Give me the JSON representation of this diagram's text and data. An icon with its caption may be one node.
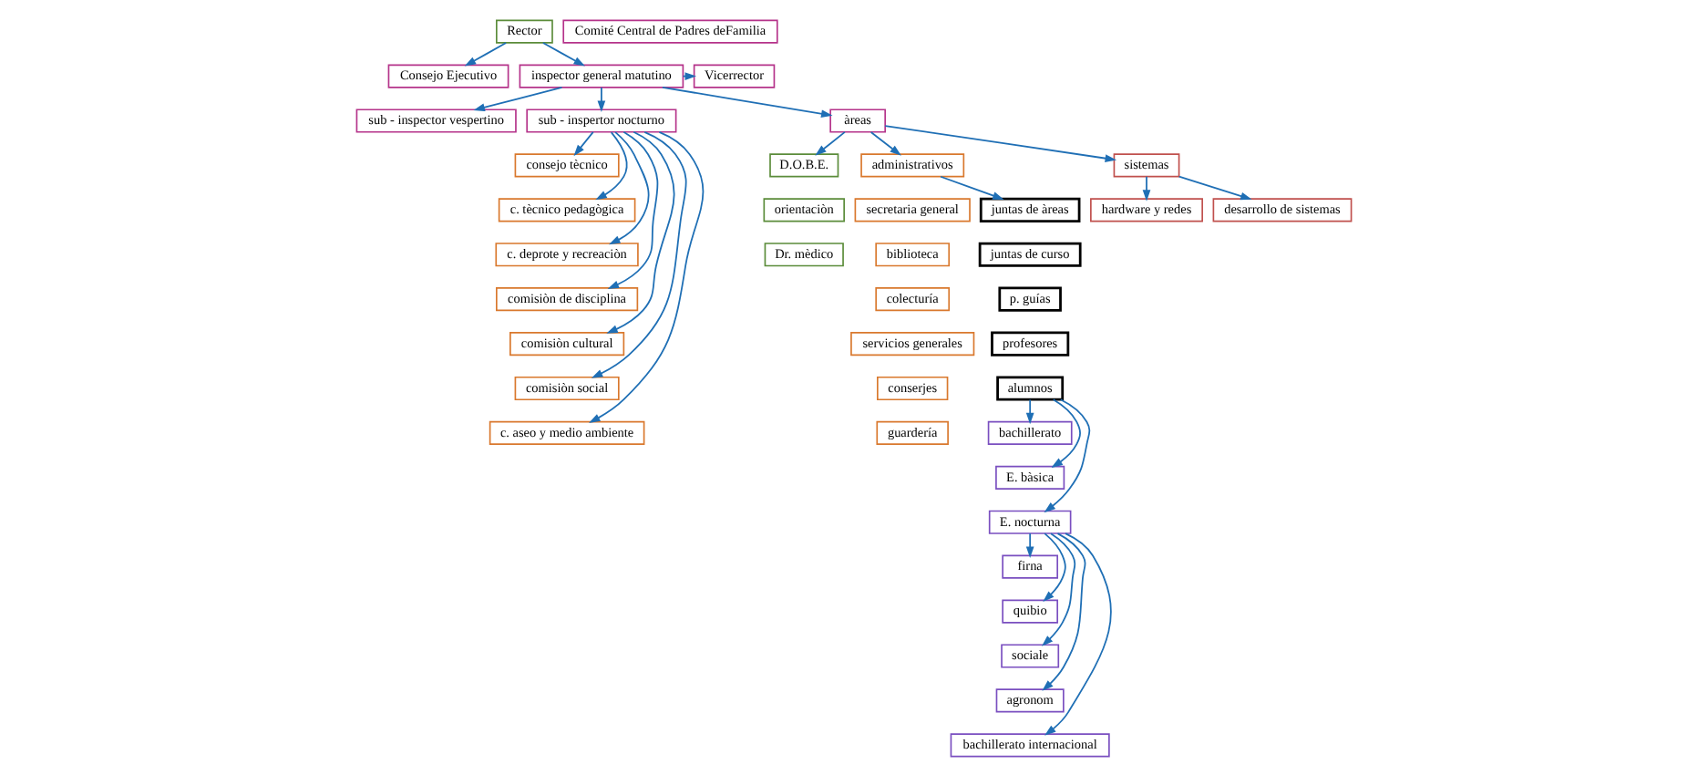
{
  "diagram": {
    "nodes": [
      {
        "text": [
          "Rector"
        ]
      },
      {
        "text": [
          "Comité Central de Padres deFamilia"
        ]
      },
      {
        "text": [
          "Consejo Ejecutivo"
        ]
      },
      {
        "text": [
          "inspector general matutino"
        ]
      },
      {
        "text": [
          "Vicerrector"
        ]
      },
      {
        "text": [
          "sub - inspector vespertino"
        ]
      },
      {
        "text": [
          "sub - inspertor nocturno"
        ]
      },
      {
        "text": [
          "consejo tècnico"
        ]
      },
      {
        "text": [
          "c. tècnico pedagògica"
        ]
      },
      {
        "text": [
          "c. deprote y recreaciòn"
        ]
      },
      {
        "text": [
          "comisiòn de disciplina"
        ]
      },
      {
        "text": [
          "comisiòn cultural"
        ]
      },
      {
        "text": [
          "comisiòn social"
        ]
      },
      {
        "text": [
          "c. aseo y medio ambiente"
        ]
      },
      {
        "text": [
          "àreas"
        ]
      },
      {
        "text": [
          "D.O.B.E."
        ]
      },
      {
        "text": [
          "orientaciòn"
        ]
      },
      {
        "text": [
          "Dr. mèdico"
        ]
      },
      {
        "text": [
          "administrativos"
        ]
      },
      {
        "text": [
          "secretaria general"
        ]
      },
      {
        "text": [
          "biblioteca"
        ]
      },
      {
        "text": [
          "colecturía"
        ]
      },
      {
        "text": [
          "servicios generales"
        ]
      },
      {
        "text": [
          "conserjes"
        ]
      },
      {
        "text": [
          "guardería"
        ]
      },
      {
        "text": [
          "juntas de àreas"
        ]
      },
      {
        "text": [
          "juntas de curso"
        ]
      },
      {
        "text": [
          "p. guías"
        ]
      },
      {
        "text": [
          "profesores"
        ]
      },
      {
        "text": [
          "alumnos"
        ]
      },
      {
        "text": [
          "sistemas"
        ]
      },
      {
        "text": [
          "hardware y redes"
        ]
      },
      {
        "text": [
          "desarrollo de sistemas"
        ]
      },
      {
        "text": [
          "bachillerato"
        ]
      },
      {
        "text": [
          "E. bàsica"
        ]
      },
      {
        "text": [
          "E. nocturna"
        ]
      },
      {
        "text": [
          "firna"
        ]
      },
      {
        "text": [
          "quibio"
        ]
      },
      {
        "text": [
          "sociale"
        ]
      },
      {
        "text": [
          "agronom"
        ]
      },
      {
        "text": [
          "bachillerato internacional"
        ]
      }
    ],
    "edges": [
      {
        "from": 0,
        "to": 2,
        "arrow": "to"
      },
      {
        "from": 0,
        "to": 3,
        "arrow": "to"
      },
      {
        "from": 3,
        "to": 4,
        "arrow": "to"
      },
      {
        "from": 3,
        "to": 5,
        "arrow": "to"
      },
      {
        "from": 3,
        "to": 6,
        "arrow": "to"
      },
      {
        "from": 6,
        "to": 7,
        "arrow": "to"
      },
      {
        "from": 6,
        "to": 8,
        "arrow": "to"
      },
      {
        "from": 6,
        "to": 9,
        "arrow": "to"
      },
      {
        "from": 6,
        "to": 10,
        "arrow": "to"
      },
      {
        "from": 6,
        "to": 11,
        "arrow": "to"
      },
      {
        "from": 6,
        "to": 12,
        "arrow": "to"
      },
      {
        "from": 6,
        "to": 13,
        "arrow": "to"
      },
      {
        "from": 3,
        "to": 14,
        "arrow": "to"
      },
      {
        "from": 14,
        "to": 15,
        "arrow": "to"
      },
      {
        "from": 14,
        "to": 18,
        "arrow": "to"
      },
      {
        "from": 14,
        "to": 30,
        "arrow": "to"
      },
      {
        "from": 18,
        "to": 25,
        "arrow": "to"
      },
      {
        "from": 30,
        "to": 31,
        "arrow": "to"
      },
      {
        "from": 30,
        "to": 32,
        "arrow": "to"
      },
      {
        "from": 29,
        "to": 33,
        "arrow": "to"
      },
      {
        "from": 29,
        "to": 34,
        "arrow": "to"
      },
      {
        "from": 29,
        "to": 35,
        "arrow": "to"
      },
      {
        "from": 35,
        "to": 36,
        "arrow": "to"
      },
      {
        "from": 35,
        "to": 37,
        "arrow": "to"
      },
      {
        "from": 35,
        "to": 38,
        "arrow": "to"
      },
      {
        "from": 35,
        "to": 39,
        "arrow": "to"
      },
      {
        "from": 35,
        "to": 40,
        "arrow": "to"
      }
    ]
  }
}
